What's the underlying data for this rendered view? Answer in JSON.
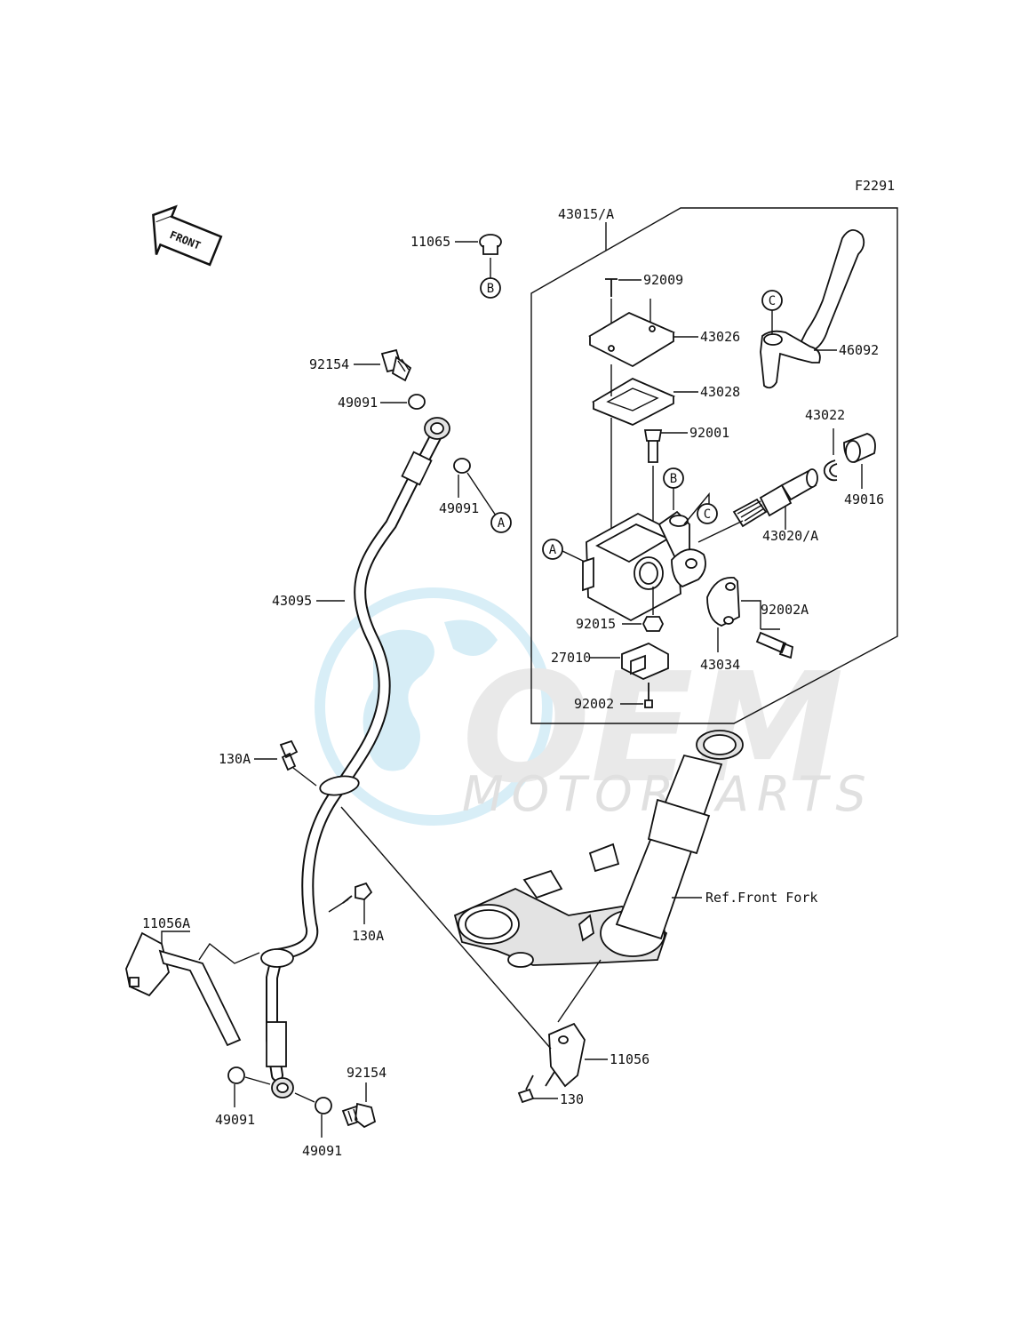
{
  "figure_code": "F2291",
  "front_label": "FRONT",
  "watermark": {
    "brand": "OEM",
    "sub": "MOTORPARTS"
  },
  "ref_labels": {
    "front_fork": "Ref.Front Fork"
  },
  "markers": {
    "a": "A",
    "b": "B",
    "c": "C"
  },
  "callouts": {
    "p43015A": "43015/A",
    "p11065": "11065",
    "p92009": "92009",
    "p43026": "43026",
    "p46092": "46092",
    "p43028": "43028",
    "p92154_top": "92154",
    "p49091_top1": "49091",
    "p49091_top2": "49091",
    "p92001": "92001",
    "p43022": "43022",
    "p49016": "49016",
    "p43020A": "43020/A",
    "p43095": "43095",
    "p92015": "92015",
    "p92002A": "92002A",
    "p27010": "27010",
    "p43034": "43034",
    "p92002": "92002",
    "p130A_top": "130A",
    "p11056A": "11056A",
    "p130A_mid": "130A",
    "p11056": "11056",
    "p130": "130",
    "p92154_bot": "92154",
    "p49091_bot1": "49091",
    "p49091_bot2": "49091"
  }
}
